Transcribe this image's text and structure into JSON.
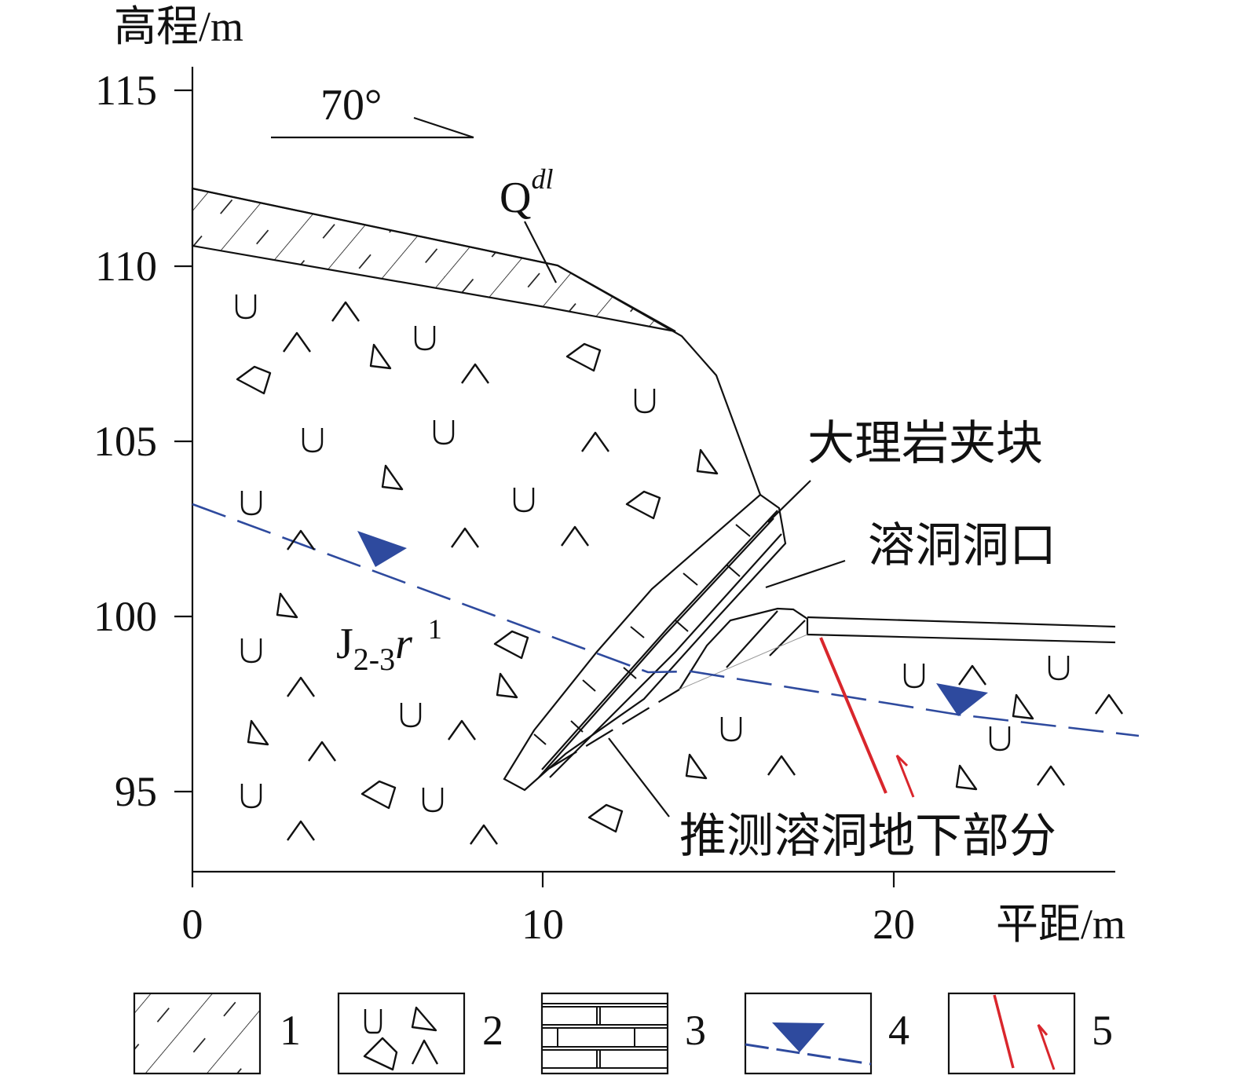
{
  "axes": {
    "y_label": "高程/m",
    "x_label": "平距/m",
    "y_ticks": [
      "115",
      "110",
      "105",
      "100",
      "95"
    ],
    "x_ticks": [
      "0",
      "10",
      "20"
    ]
  },
  "annotations": {
    "dip": "70°",
    "quaternary_base": "Q",
    "quaternary_sup": "dl",
    "formation_base": "J",
    "formation_sub": "2-3",
    "formation_r": "r",
    "formation_sup": "1",
    "marble_block": "大理岩夹块",
    "cave_entrance": "溶洞洞口",
    "inferred_cave": "推测溶洞地下部分"
  },
  "legend": {
    "items": [
      "1",
      "2",
      "3",
      "4",
      "5"
    ]
  },
  "colors": {
    "water_table": "#2e4a9e",
    "fault": "#d9262c",
    "line": "#111111"
  }
}
